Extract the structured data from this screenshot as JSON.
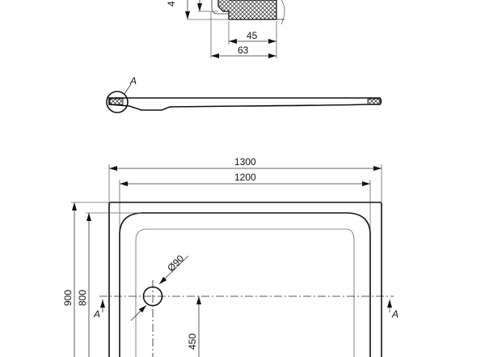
{
  "detail": {
    "dim_height_partial": "4",
    "dim_inner": "45",
    "dim_outer": "63"
  },
  "side_view": {
    "detail_label": "A"
  },
  "plan": {
    "dim_outer_width": "1300",
    "dim_inner_width": "1200",
    "dim_outer_depth": "900",
    "dim_inner_depth": "800",
    "drain_diameter": "Ø90",
    "drain_offset": "450",
    "section_left": "A",
    "section_right": "A"
  }
}
